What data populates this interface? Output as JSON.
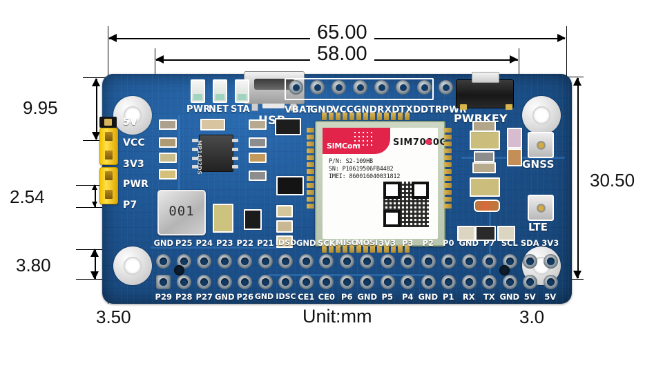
{
  "diagram": {
    "unit_note": "Unit:mm",
    "dimensions": {
      "overall_width": "65.00",
      "board_width": "58.00",
      "board_height": "30.50",
      "top_offset": "9.95",
      "jumper_pitch": "2.54",
      "bottom_offset": "3.80",
      "left_hole_offset": "3.50",
      "right_hole_offset": "3.0"
    }
  },
  "board": {
    "module": {
      "brand": "SIMCom",
      "brand_part1": "SIM",
      "brand_part2": "Com",
      "name": "SIM7080G",
      "pn": "P/N: S2-109HB",
      "sn": "SN: P10619506FB4482",
      "imei": "IMEI: 860016040031812"
    },
    "silkscreen": {
      "usb": "USB",
      "pwrkey": "PWRKEY",
      "gnss": "GNSS",
      "lte": "LTE",
      "ic_marking": "MP1482DS",
      "inductor_marking": "001"
    },
    "leds": [
      {
        "label": "PWR"
      },
      {
        "label": "NET"
      },
      {
        "label": "STA"
      }
    ],
    "jumper_labels": [
      "5V",
      "VCC",
      "3V3",
      "PWR",
      "P7"
    ],
    "uart_header": [
      "VBAT",
      "GND",
      "VCC",
      "GND",
      "RXD",
      "TXD",
      "DTR",
      "PWR"
    ],
    "gpio_top": [
      "GND",
      "P25",
      "P24",
      "P23",
      "P22",
      "P21",
      "IDSD",
      "GND",
      "SCK",
      "MISO",
      "MOSI",
      "3V3",
      "P3",
      "P2",
      "P0",
      "GND",
      "P7",
      "SCL",
      "SDA",
      "3V3"
    ],
    "gpio_bottom": [
      "P29",
      "P28",
      "P27",
      "GND",
      "P26",
      "GND",
      "IDSC",
      "CE1",
      "CE0",
      "P6",
      "GND",
      "P5",
      "P4",
      "GND",
      "P1",
      "RX",
      "TX",
      "GND",
      "5V",
      "5V"
    ]
  },
  "colors": {
    "pcb_blue": "#1d538f",
    "silk_white": "#ffffff",
    "jumper_yellow": "#f2c200",
    "module_red": "#e2244b",
    "dimension_black": "#111111"
  }
}
